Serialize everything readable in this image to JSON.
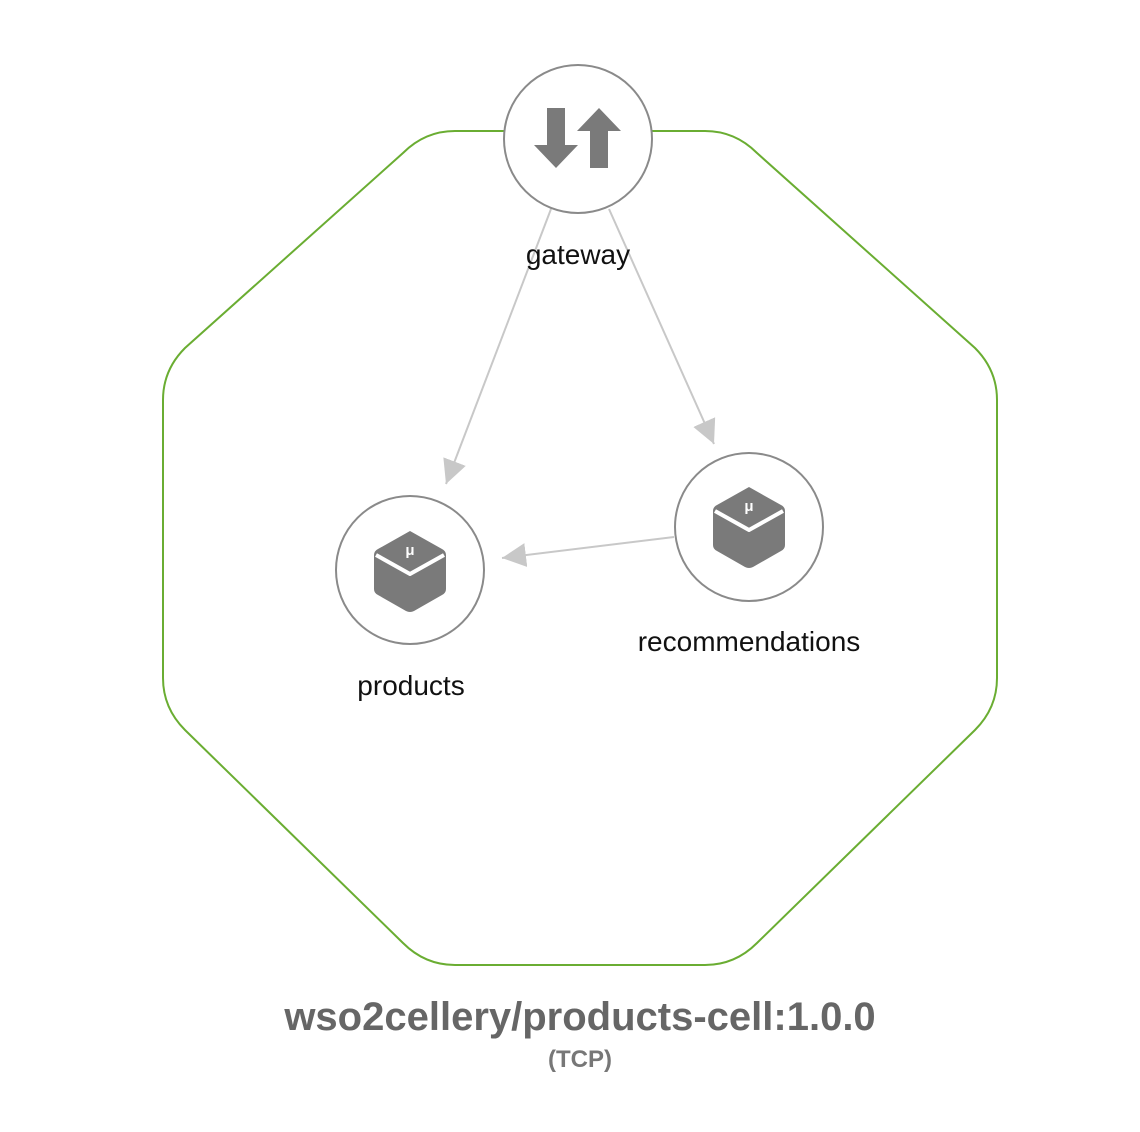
{
  "cell": {
    "name": "wso2cellery/products-cell:1.0.0",
    "protocol": "(TCP)",
    "border_color": "#6aad32"
  },
  "components": [
    {
      "id": "gateway",
      "label": "gateway",
      "icon": "gateway-arrows-icon"
    },
    {
      "id": "products",
      "label": "products",
      "icon": "microservice-cube-icon",
      "glyph": "μ"
    },
    {
      "id": "recommendations",
      "label": "recommendations",
      "icon": "microservice-cube-icon",
      "glyph": "μ"
    }
  ],
  "connections": [
    {
      "from": "gateway",
      "to": "products"
    },
    {
      "from": "gateway",
      "to": "recommendations"
    },
    {
      "from": "recommendations",
      "to": "products"
    }
  ],
  "colors": {
    "node_stroke": "#8a8a8a",
    "icon_fill": "#7a7a7a",
    "edge": "#c8c8c8",
    "cell_border": "#6aad32"
  }
}
